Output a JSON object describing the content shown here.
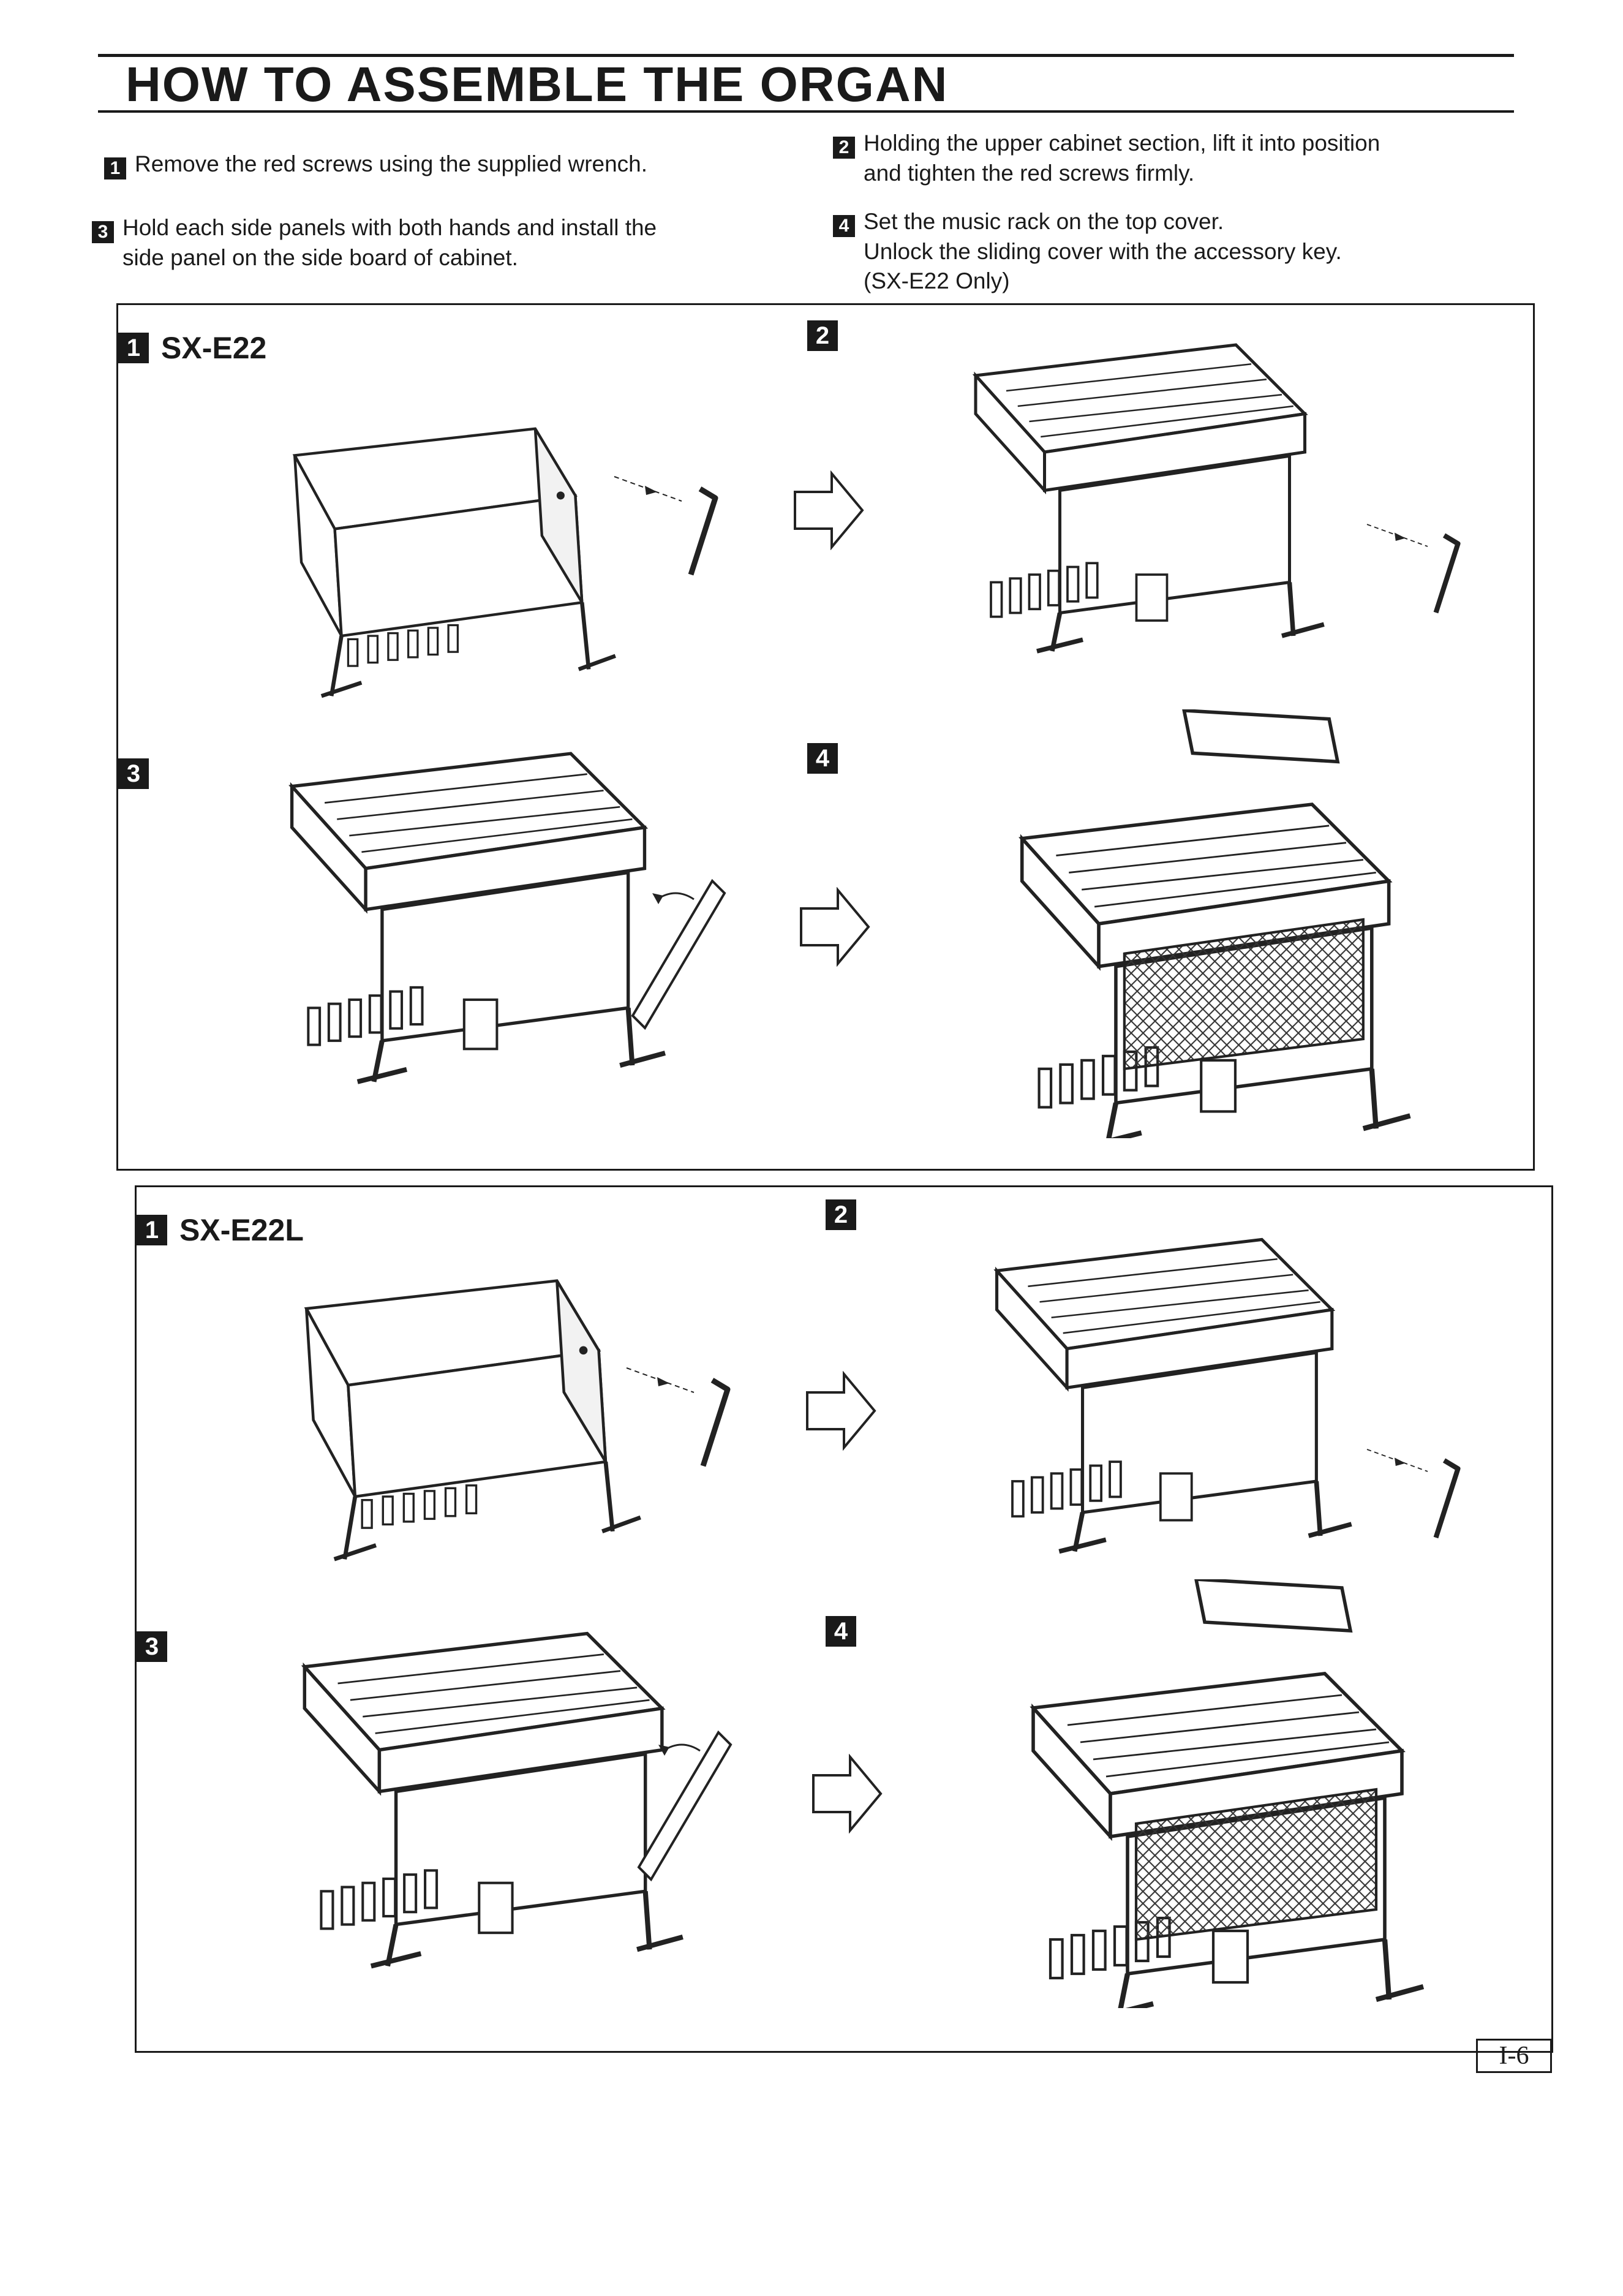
{
  "title": "HOW TO ASSEMBLE THE ORGAN",
  "instructions": [
    {
      "num": "1",
      "lines": [
        "Remove the red screws using the supplied wrench."
      ]
    },
    {
      "num": "2",
      "lines": [
        "Holding the upper cabinet section, lift it into position",
        "and tighten the red screws firmly."
      ]
    },
    {
      "num": "3",
      "lines": [
        "Hold each side panels with both hands and install the",
        "side panel on the side board of cabinet."
      ]
    },
    {
      "num": "4",
      "lines": [
        "Set the music rack on the top cover.",
        "Unlock the sliding cover with the accessory key.",
        "(SX-E22 Only)"
      ]
    }
  ],
  "panels": [
    {
      "model": "SX-E22",
      "steps": [
        "1",
        "2",
        "3",
        "4"
      ]
    },
    {
      "model": "SX-E22L",
      "steps": [
        "1",
        "2",
        "3",
        "4"
      ]
    }
  ],
  "page_number": "I-6"
}
